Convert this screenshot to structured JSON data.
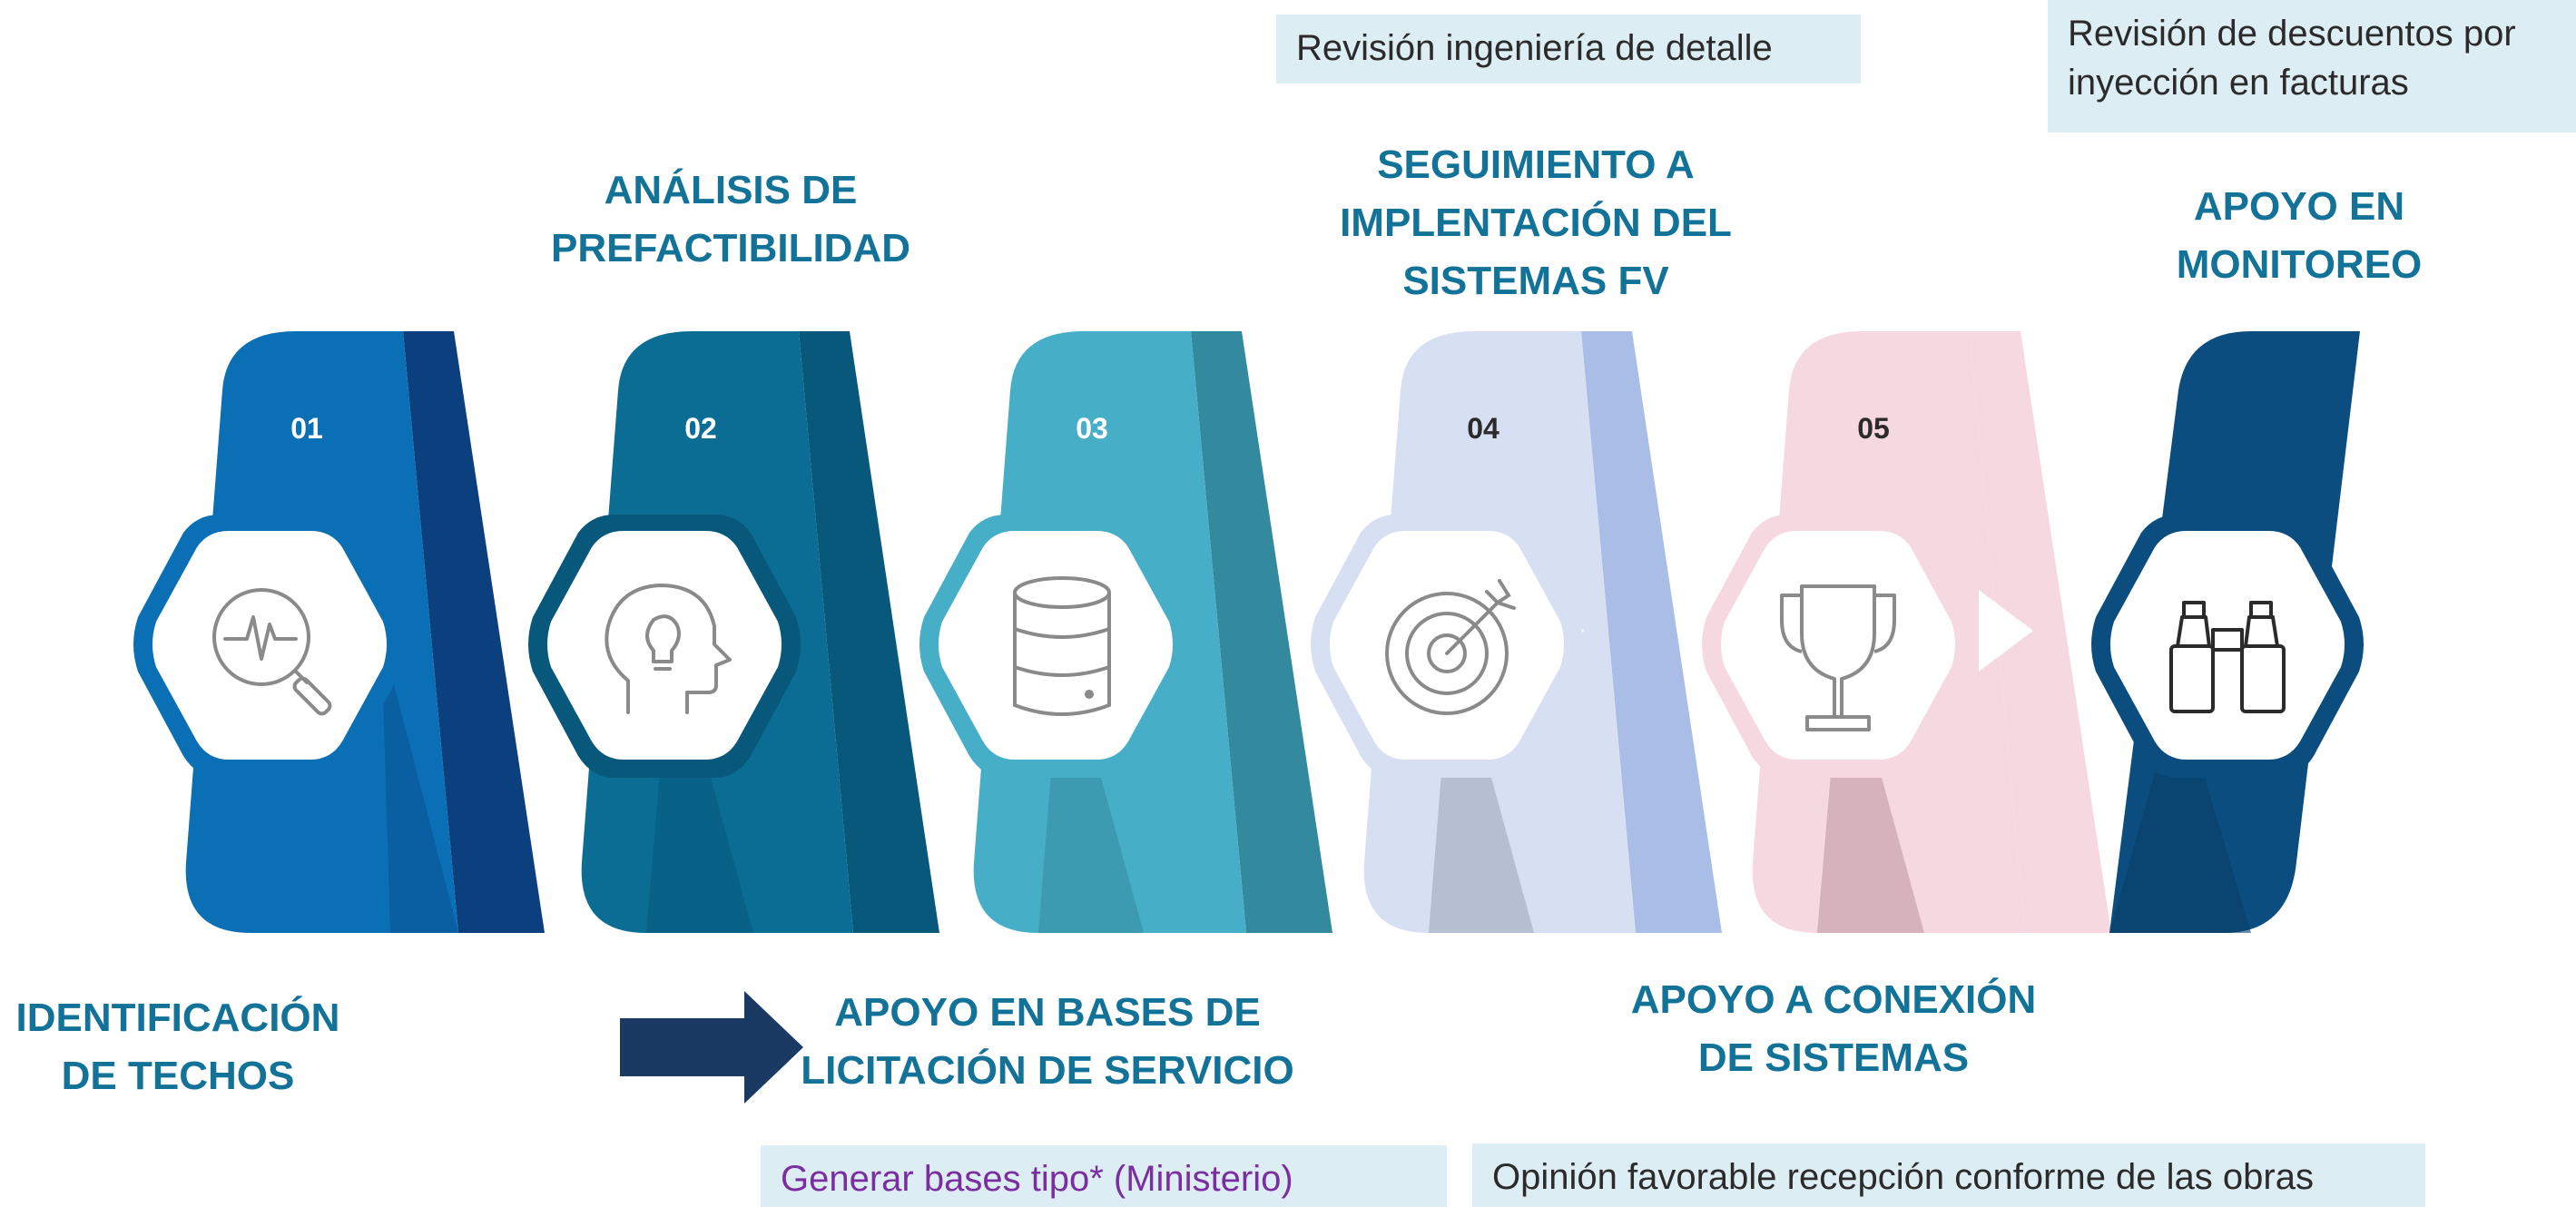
{
  "colors": {
    "step1": "#0a6fb5",
    "step1_dark": "#0c3f7e",
    "step2": "#0b6d94",
    "step2_dark": "#07587a",
    "step3": "#47aec8",
    "step3_dark": "#338a9e",
    "step4": "#d7e0f3",
    "step4_dark": "#a9bde6",
    "step5": "#f6d8e1",
    "step5_dark": "#c9a6af",
    "step6": "#0b4d7e",
    "title": "#137297",
    "note_bg": "#dcedf3",
    "arrow": "#1b3a63"
  },
  "steps": [
    {
      "number": "01",
      "icon": "chart-search-icon"
    },
    {
      "number": "02",
      "icon": "head-idea-icon"
    },
    {
      "number": "03",
      "icon": "database-icon"
    },
    {
      "number": "04",
      "icon": "target-icon"
    },
    {
      "number": "05",
      "icon": "trophy-icon"
    },
    {
      "number": "",
      "icon": "binoculars-icon"
    }
  ],
  "titles": {
    "identificacion": [
      "IDENTIFICACIÓN",
      "DE TECHOS"
    ],
    "analisis": [
      "ANÁLISIS DE",
      "PREFACTIBILIDAD"
    ],
    "apoyo_bases": [
      "APOYO EN BASES DE",
      "LICITACIÓN DE SERVICIO"
    ],
    "seguimiento": [
      "SEGUIMIENTO A",
      "IMPLENTACIÓN DEL",
      "SISTEMAS FV"
    ],
    "conexion": [
      "APOYO A CONEXIÓN",
      "DE SISTEMAS"
    ],
    "monitoreo": [
      "APOYO EN",
      "MONITOREO"
    ]
  },
  "notes": {
    "ingenieria": "Revisión ingeniería de detalle",
    "descuentos": [
      "Revisión de descuentos por",
      "inyección en facturas"
    ],
    "bases_tipo": "Generar bases tipo* (Ministerio)",
    "opinion": "Opinión favorable recepción conforme de las obras"
  }
}
